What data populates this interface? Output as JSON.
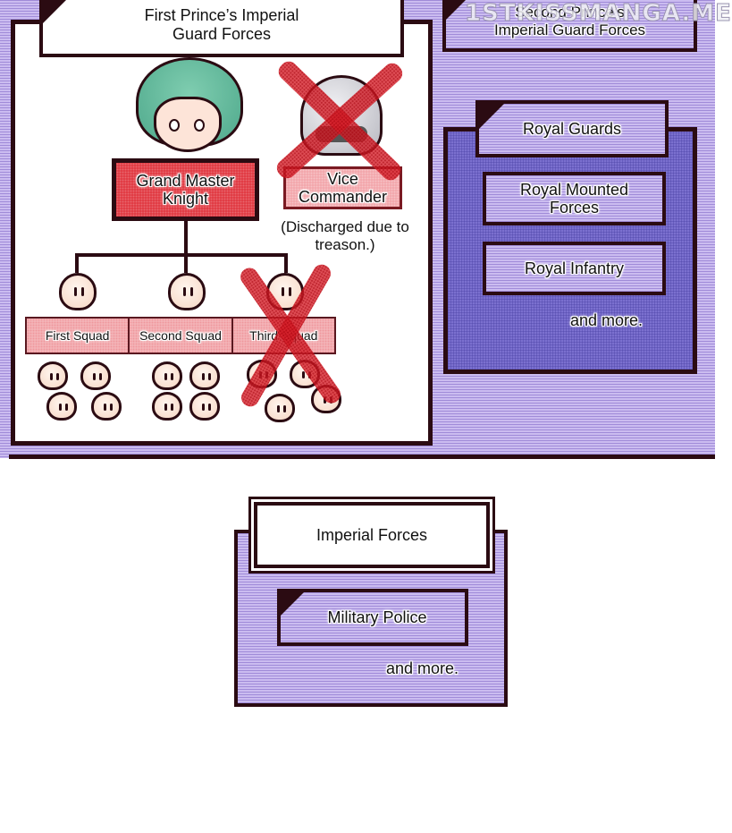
{
  "first_prince": {
    "title_line1": "First Prince’s Imperial",
    "title_line2": "Guard Forces",
    "grand_master": {
      "line1": "Grand Master",
      "line2": "Knight",
      "avatar": "green-haired-knight"
    },
    "vice_commander": {
      "line1": "Vice",
      "line2": "Commander",
      "avatar": "helmet",
      "crossed_out": true
    },
    "discharged_note": {
      "line1": "(Discharged due to",
      "line2": "treason.)"
    },
    "squads": [
      {
        "label": "First Squad",
        "crossed_out": false,
        "members": 4
      },
      {
        "label": "Second Squad",
        "crossed_out": false,
        "members": 4
      },
      {
        "label": "Third Squad",
        "crossed_out": true,
        "members": 4
      }
    ]
  },
  "second_prince": {
    "title_line1": "Second Prince’s",
    "title_line2": "Imperial Guard Forces",
    "units": [
      {
        "label": "Royal Guards"
      },
      {
        "label_line1": "Royal Mounted",
        "label_line2": "Forces"
      },
      {
        "label": "Royal Infantry"
      }
    ],
    "more": "and more."
  },
  "imperial_forces": {
    "title": "Imperial Forces",
    "units": [
      {
        "label": "Military Police"
      }
    ],
    "more": "and more."
  },
  "watermark": "1STKISSMANGA.ME",
  "colors": {
    "outline": "#2b0b12",
    "lavender": "#b9a6e6",
    "indigo": "#7b70cf",
    "red": "#e0343d",
    "pink": "#f4b8bb",
    "cross_red": "#d71e28"
  }
}
